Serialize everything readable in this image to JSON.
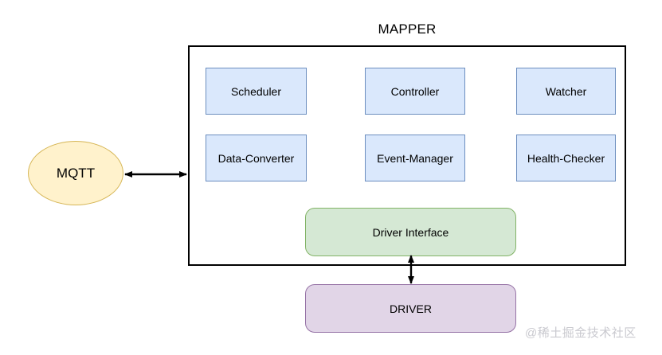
{
  "diagram": {
    "title": "MAPPER",
    "type": "architecture-block-diagram",
    "colors": {
      "module_fill": "#dae8fc",
      "module_stroke": "#6c8ebf",
      "driver_interface_fill": "#d5e8d4",
      "driver_interface_stroke": "#82b366",
      "driver_fill": "#e1d5e7",
      "driver_stroke": "#9673a6",
      "mqtt_fill": "#fff2cc",
      "mqtt_stroke": "#d6b656",
      "container_stroke": "#000000",
      "connector": "#000000",
      "watermark": "#c9c9cf"
    },
    "modules": [
      {
        "label": "Scheduler"
      },
      {
        "label": "Controller"
      },
      {
        "label": "Watcher"
      },
      {
        "label": "Data-Converter"
      },
      {
        "label": "Event-Manager"
      },
      {
        "label": "Health-Checker"
      }
    ],
    "driver_interface": {
      "label": "Driver Interface"
    },
    "driver": {
      "label": "DRIVER"
    },
    "mqtt": {
      "label": "MQTT"
    },
    "connectors": [
      {
        "name": "mqtt-to-mapper",
        "from": "MQTT",
        "to": "MAPPER",
        "style": "double-headed-arrow",
        "orientation": "horizontal"
      },
      {
        "name": "driver-interface-to-driver",
        "from": "Driver Interface",
        "to": "DRIVER",
        "style": "double-headed-arrow",
        "orientation": "vertical"
      }
    ],
    "watermark": "@稀土掘金技术社区"
  }
}
